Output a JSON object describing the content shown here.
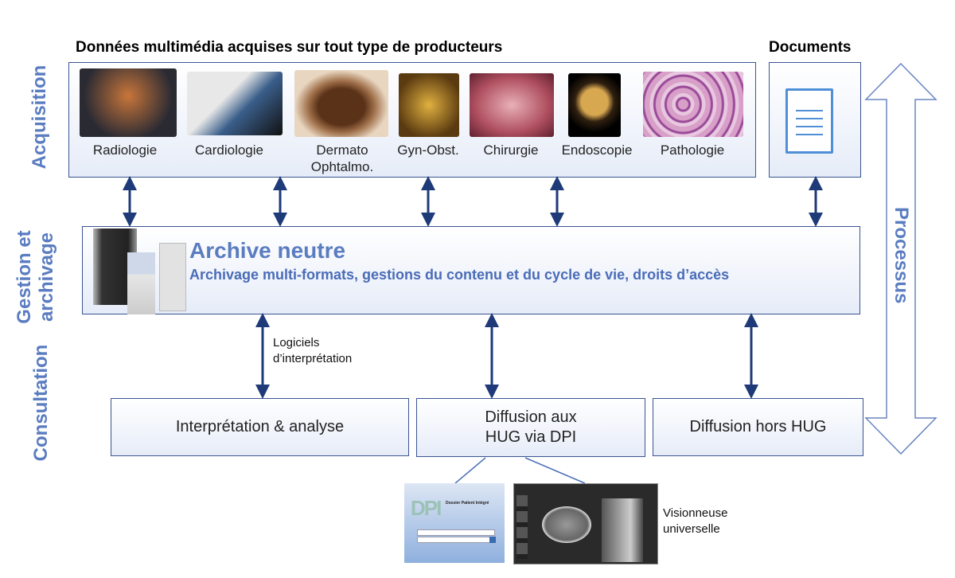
{
  "header": {
    "main": "Données multimédia acquises sur tout type de producteurs",
    "documents": "Documents"
  },
  "side_labels": {
    "acquisition": "Acquisition",
    "gestion_1": "Gestion et",
    "gestion_2": "archivage",
    "consultation": "Consultation"
  },
  "producers": [
    {
      "label": "Radiologie"
    },
    {
      "label": "Cardiologie"
    },
    {
      "label": "Dermato",
      "label2": "Ophtalmo."
    },
    {
      "label": "Gyn-Obst."
    },
    {
      "label": "Chirurgie"
    },
    {
      "label": "Endoscopie"
    },
    {
      "label": "Pathologie"
    }
  ],
  "archive": {
    "title": "Archive neutre",
    "subtitle": "Archivage multi-formats, gestions du contenu et du cycle de vie, droits d’accès"
  },
  "logiciels": {
    "line1": "Logiciels",
    "line2": "d’interprétation"
  },
  "outputs": [
    {
      "label": "Interprétation & analyse"
    },
    {
      "label": "Diffusion aux",
      "label2": "HUG via DPI"
    },
    {
      "label": "Diffusion hors HUG"
    }
  ],
  "processus": "Processus",
  "viewer": {
    "line1": "Visionneuse",
    "line2": "universelle"
  },
  "dpi": {
    "logo": "DPI",
    "caption": "Dossier Patient Intégré"
  },
  "colors": {
    "accent": "#5a7cc0",
    "arrow": "#1f3a78",
    "border": "#3a5591"
  }
}
